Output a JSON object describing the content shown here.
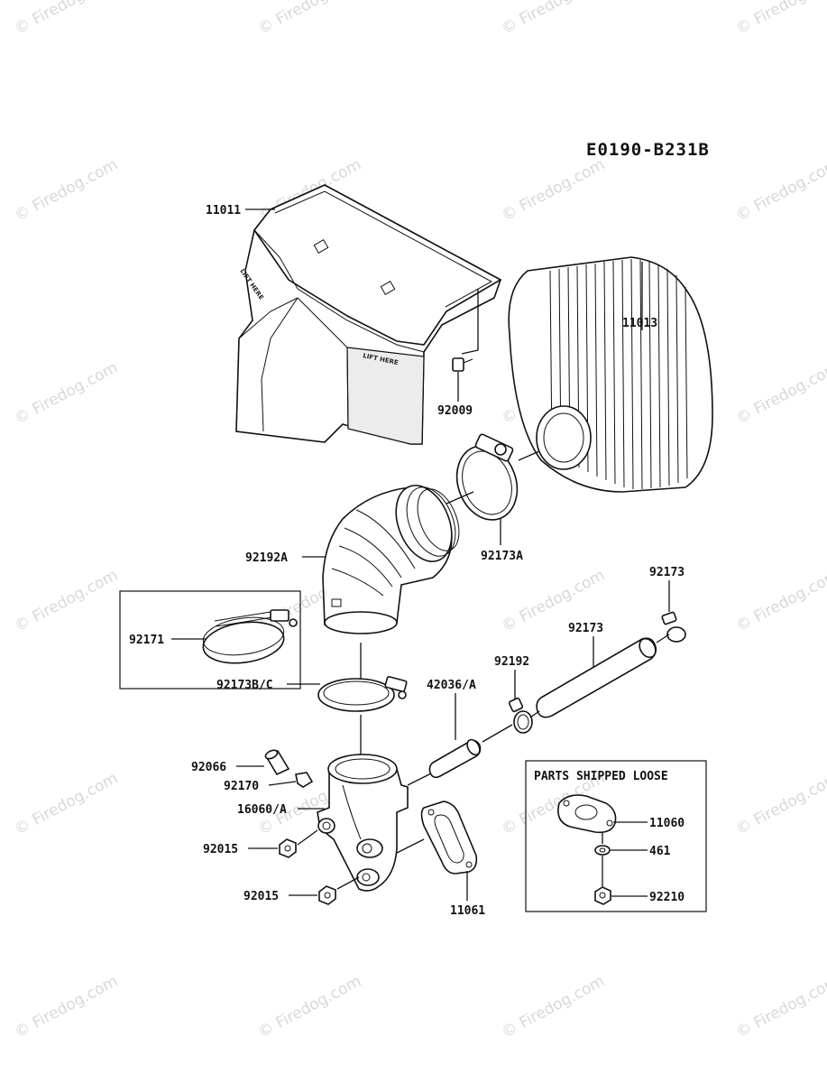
{
  "diagram": {
    "code": "E0190-B231B",
    "loose_box_title": "PARTS SHIPPED LOOSE",
    "embossed_text": "LIFT HERE",
    "watermark": "© Firedog.com",
    "labels": [
      {
        "id": "air-cleaner-housing",
        "text": "11011"
      },
      {
        "id": "filter-element",
        "text": "11013"
      },
      {
        "id": "housing-bolt",
        "text": "92009"
      },
      {
        "id": "upper-duct",
        "text": "92192A"
      },
      {
        "id": "large-clamp-upper",
        "text": "92173A"
      },
      {
        "id": "hose-clamp",
        "text": "92171"
      },
      {
        "id": "lower-clamp",
        "text": "92173B/C"
      },
      {
        "id": "small-clamp-right",
        "text": "92173"
      },
      {
        "id": "small-clamp-mid",
        "text": "92173"
      },
      {
        "id": "breather-hose",
        "text": "92192"
      },
      {
        "id": "breather-pipe",
        "text": "42036/A"
      },
      {
        "id": "collar",
        "text": "92066"
      },
      {
        "id": "clip",
        "text": "92170"
      },
      {
        "id": "elbow-body",
        "text": "16060/A"
      },
      {
        "id": "nut-upper",
        "text": "92015"
      },
      {
        "id": "nut-lower",
        "text": "92015"
      },
      {
        "id": "gasket",
        "text": "11061"
      },
      {
        "id": "loose-gasket",
        "text": "11060"
      },
      {
        "id": "loose-washer",
        "text": "461"
      },
      {
        "id": "loose-nut",
        "text": "92210"
      }
    ]
  }
}
